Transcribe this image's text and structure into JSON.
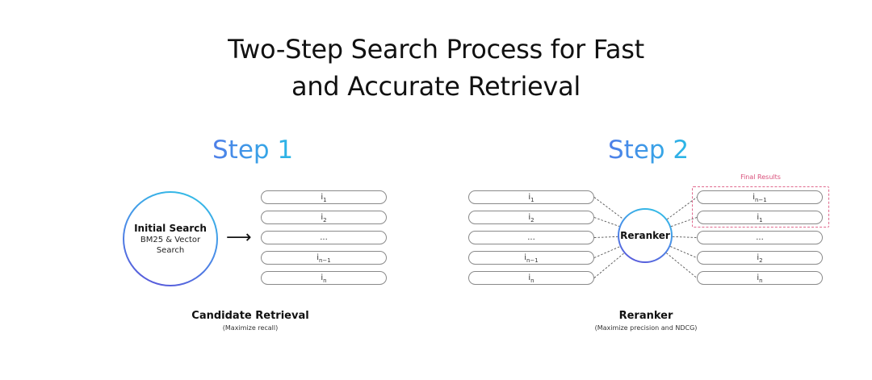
{
  "title": {
    "line1": "Two-Step Search Process for Fast",
    "line2": "and Accurate Retrieval"
  },
  "step1": {
    "label": "Step 1",
    "circle_title": "Initial Search",
    "circle_subtitle": "BM25 & Vector Search",
    "arrow": "⟶",
    "items": [
      {
        "base": "i",
        "sub": "1"
      },
      {
        "base": "i",
        "sub": "2"
      },
      {
        "base": "...",
        "sub": ""
      },
      {
        "base": "i",
        "sub": "n−1"
      },
      {
        "base": "i",
        "sub": "n"
      }
    ],
    "caption": "Candidate Retrieval",
    "caption_sub": "(Maximize recall)"
  },
  "step2": {
    "label": "Step 2",
    "circle_title": "Reranker",
    "input_items": [
      {
        "base": "i",
        "sub": "1"
      },
      {
        "base": "i",
        "sub": "2"
      },
      {
        "base": "...",
        "sub": ""
      },
      {
        "base": "i",
        "sub": "n−1"
      },
      {
        "base": "i",
        "sub": "n"
      }
    ],
    "output_items": [
      {
        "base": "i",
        "sub": "n−1"
      },
      {
        "base": "i",
        "sub": "1"
      },
      {
        "base": "...",
        "sub": ""
      },
      {
        "base": "i",
        "sub": "2"
      },
      {
        "base": "i",
        "sub": "n"
      }
    ],
    "final_results_label": "Final Results",
    "caption": "Reranker",
    "caption_sub": "(Maximize precision and NDCG)"
  },
  "colors": {
    "gradient_start": "#4f7ee8",
    "gradient_end": "#2ab8e6",
    "final_results": "#d94f7a"
  }
}
